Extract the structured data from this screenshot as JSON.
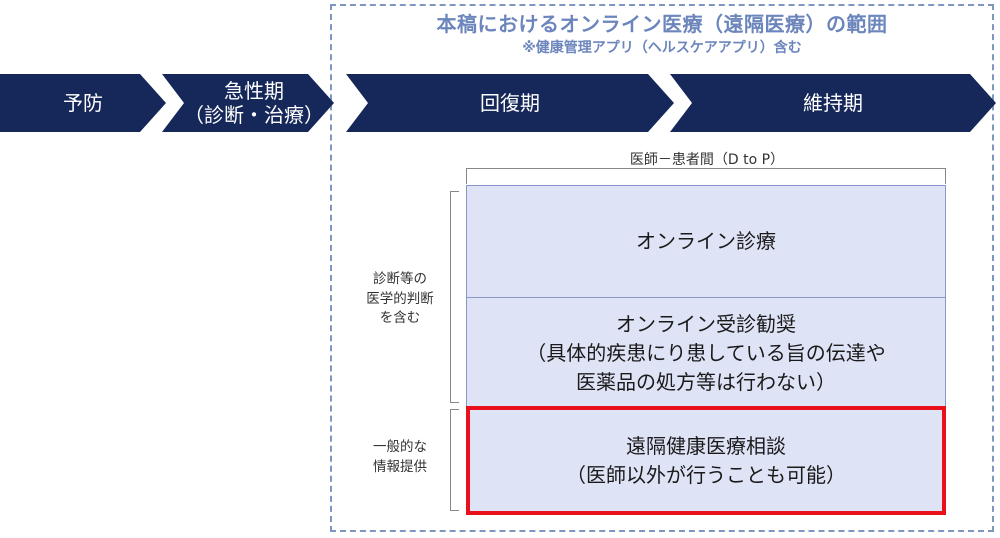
{
  "scope": {
    "title": "本稿におけるオンライン医療（遠隔医療）の範囲",
    "subtitle": "※健康管理アプリ（ヘルスケアアプリ）含む",
    "border_color": "#7f95c2",
    "text_color": "#6c86bd"
  },
  "phases": [
    {
      "label": "予防"
    },
    {
      "label": "急性期\n（診断・治療）"
    },
    {
      "label": "回復期"
    },
    {
      "label": "維持期"
    }
  ],
  "phase_color": "#16285a",
  "relationship_label": "医師－患者間（D to P）",
  "blocks": [
    {
      "label": "オンライン診療"
    },
    {
      "label": "オンライン受診勧奨\n（具体的疾患にり患している旨の伝達や\n医薬品の処方等は行わない）"
    },
    {
      "label": "遠隔健康医療相談\n（医師以外が行うことも可能）"
    }
  ],
  "block_fill": "#dfe3f6",
  "highlight_color": "#e8101a",
  "side_labels": [
    {
      "label": "診断等の\n医学的判断\nを含む"
    },
    {
      "label": "一般的な\n情報提供"
    }
  ]
}
